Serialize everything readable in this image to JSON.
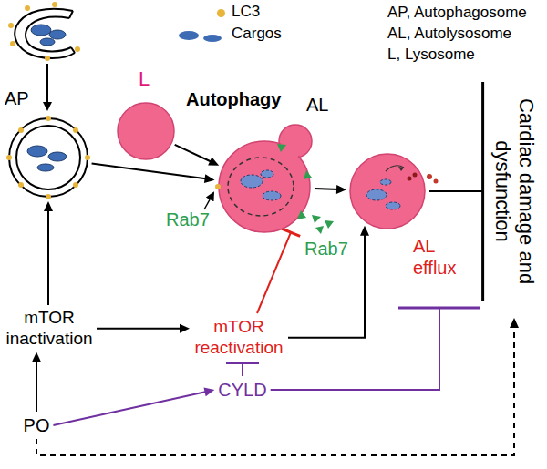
{
  "diagram": {
    "nodes": [
      {
        "text": [
          "AP"
        ]
      },
      {
        "text": [
          "L"
        ]
      },
      {
        "text": [
          "AL"
        ]
      },
      {
        "text": [
          "AL efflux"
        ]
      },
      {
        "text": [
          "mTOR inactivation"
        ]
      },
      {
        "text": [
          "mTOR reactivation"
        ]
      },
      {
        "text": [
          "CYLD"
        ]
      },
      {
        "text": [
          "PO"
        ]
      },
      {
        "text": [
          "Cardiac damage and dysfunction"
        ]
      }
    ],
    "edges": [
      {
        "from": 0,
        "to": 2,
        "arrow": "to"
      },
      {
        "from": 1,
        "to": 2,
        "arrow": "to"
      },
      {
        "from": 2,
        "to": 3,
        "arrow": "to"
      },
      {
        "from": 4,
        "to": 0,
        "arrow": "to"
      },
      {
        "from": 4,
        "to": 5,
        "arrow": "to"
      },
      {
        "from": 5,
        "to": 2,
        "arrow": "to"
      },
      {
        "from": 5,
        "to": 3,
        "arrow": "to"
      },
      {
        "from": 7,
        "to": 4,
        "arrow": "to"
      },
      {
        "from": 7,
        "to": 6,
        "arrow": "to"
      },
      {
        "from": 6,
        "to": 5,
        "arrow": "to"
      },
      {
        "from": 6,
        "to": 3,
        "arrow": "to"
      },
      {
        "from": 3,
        "to": 8,
        "arrow": "to"
      },
      {
        "from": 7,
        "to": 8,
        "arrow": "to"
      }
    ],
    "labels": [
      "AP, Autophagosome",
      "AL, Autolysosome",
      "L, Lysosome",
      "Autophagy",
      "Rab7",
      "Rab7"
    ],
    "legend": [
      {
        "text": "LC3",
        "color": "#e8b53a"
      },
      {
        "text": "Cargos",
        "color": "#3d6cb4"
      }
    ]
  }
}
